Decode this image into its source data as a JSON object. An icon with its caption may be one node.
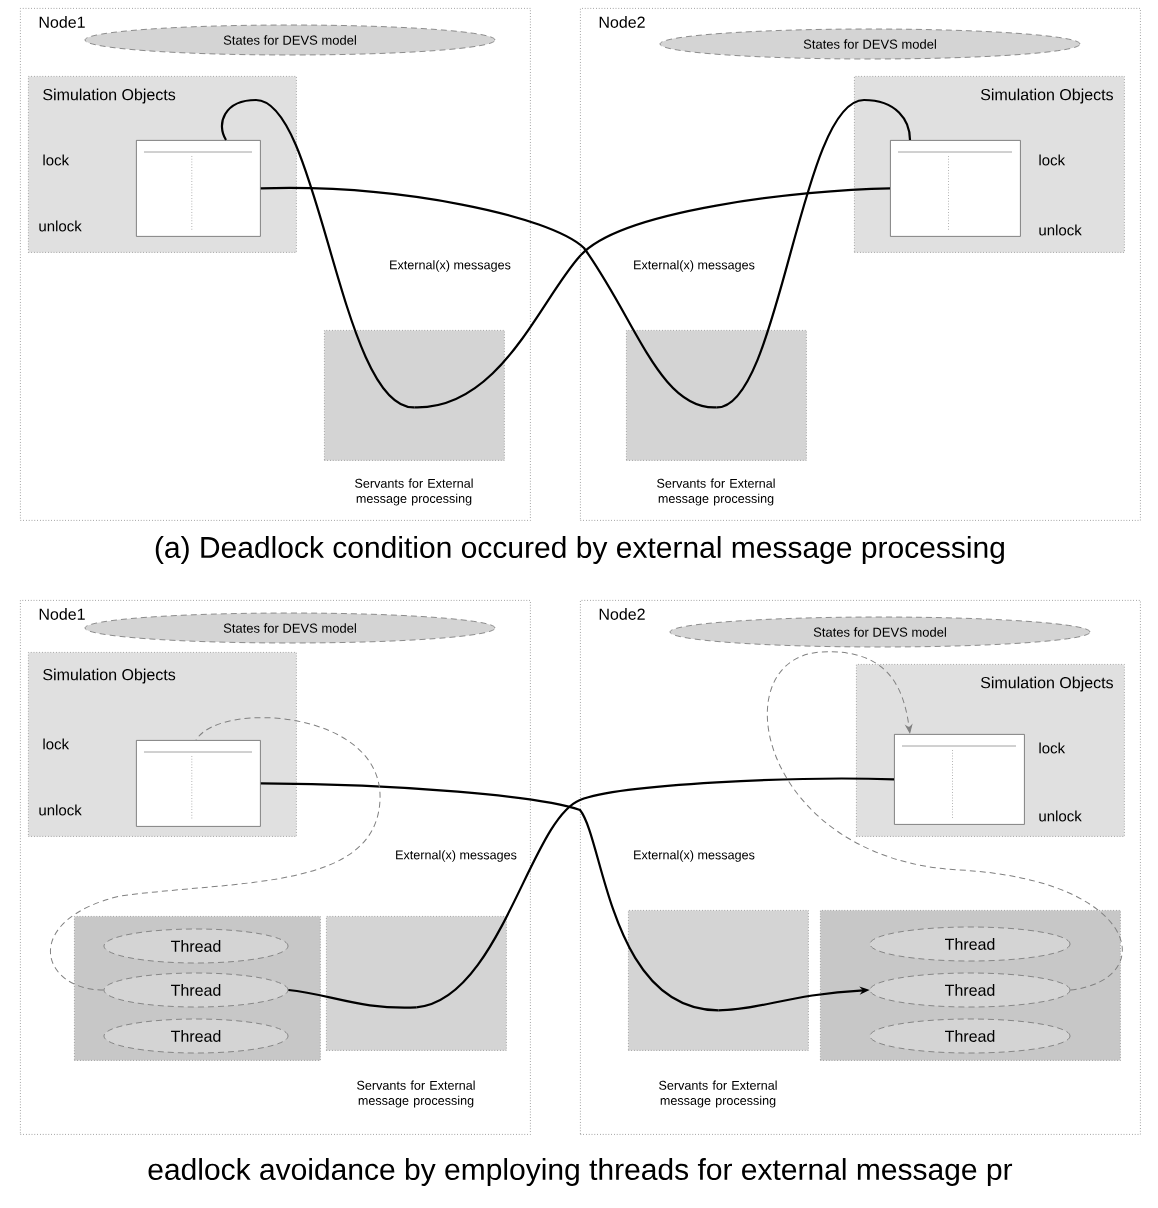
{
  "diagram": {
    "nodes": [
      {
        "text": [
          "Node1"
        ]
      },
      {
        "text": [
          "States for DEVS model"
        ],
        "in": 0
      },
      {
        "text": [
          "Simulation Objects",
          "lock",
          "unlock"
        ],
        "in": 0
      },
      {
        "text": [],
        "shape": "box",
        "in": 2
      },
      {
        "text": [
          "Servants for External message processing"
        ],
        "in": 0
      },
      {
        "text": [
          "Node2"
        ]
      },
      {
        "text": [
          "States for DEVS model"
        ],
        "in": 5
      },
      {
        "text": [
          "Simulation Objects",
          "lock",
          "unlock"
        ],
        "in": 5
      },
      {
        "text": [],
        "shape": "box",
        "in": 7
      },
      {
        "text": [
          "Servants for External message processing"
        ],
        "in": 5
      },
      {
        "text": [
          "Node1"
        ]
      },
      {
        "text": [
          "States for DEVS model"
        ],
        "in": 10
      },
      {
        "text": [
          "Simulation Objects",
          "lock",
          "unlock"
        ],
        "in": 10
      },
      {
        "text": [],
        "shape": "box",
        "in": 12
      },
      {
        "text": [],
        "shape": "box",
        "in": 10
      },
      {
        "text": [
          "Thread"
        ],
        "in": 14
      },
      {
        "text": [
          "Thread"
        ],
        "in": 14
      },
      {
        "text": [
          "Thread"
        ],
        "in": 14
      },
      {
        "text": [
          "Servants for External message processing"
        ],
        "in": 10
      },
      {
        "text": [
          "Node2"
        ]
      },
      {
        "text": [
          "States for DEVS model"
        ],
        "in": 19
      },
      {
        "text": [
          "Simulation Objects",
          "lock",
          "unlock"
        ],
        "in": 19
      },
      {
        "text": [],
        "shape": "box",
        "in": 21
      },
      {
        "text": [
          "Servants for External message processing"
        ],
        "in": 19
      },
      {
        "text": [],
        "shape": "box",
        "in": 19
      },
      {
        "text": [
          "Thread"
        ],
        "in": 24
      },
      {
        "text": [
          "Thread"
        ],
        "in": 24
      },
      {
        "text": [
          "Thread"
        ],
        "in": 24
      }
    ],
    "edges": [
      {
        "from": 3,
        "to": 9,
        "arrow": "none",
        "label": "External(x) messages"
      },
      {
        "from": 9,
        "to": 8,
        "arrow": "none"
      },
      {
        "from": 8,
        "to": 4,
        "arrow": "none",
        "label": "External(x) messages"
      },
      {
        "from": 4,
        "to": 3,
        "arrow": "none"
      },
      {
        "from": 13,
        "to": 23,
        "arrow": "none",
        "label": "External(x) messages"
      },
      {
        "from": 23,
        "to": 26,
        "arrow": "to"
      },
      {
        "from": 26,
        "to": 22,
        "arrow": "to",
        "style": "dashed",
        "color": "#808080"
      },
      {
        "from": 22,
        "to": 18,
        "arrow": "none",
        "label": "External(x) messages"
      },
      {
        "from": 18,
        "to": 16,
        "arrow": "none"
      },
      {
        "from": 16,
        "to": 13,
        "arrow": "none",
        "style": "dashed",
        "color": "#808080"
      }
    ],
    "labels": [
      "(a) Deadlock condition occured by external message processing",
      "eadlock avoidance by employing threads for external message pr"
    ]
  }
}
